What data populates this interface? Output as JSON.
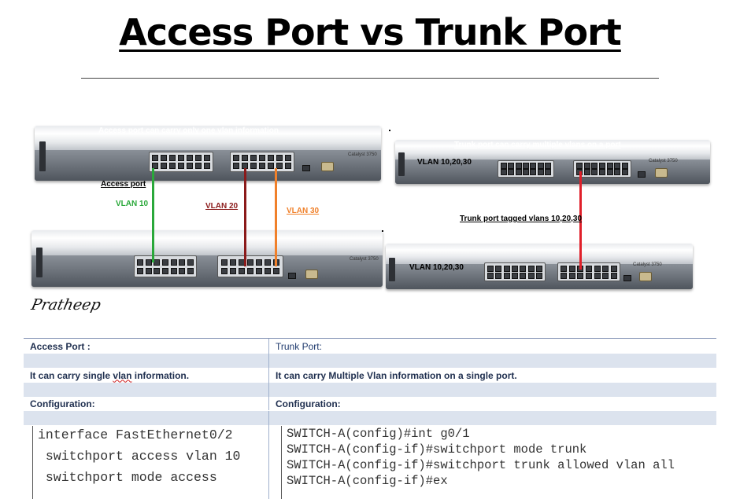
{
  "title": "Access Port vs Trunk Port",
  "diagram": {
    "access_caption": "Access port can carry only one vlan information",
    "access_port_label": "Access port",
    "vlans": [
      {
        "label": "VLAN 10",
        "color": "#2aa83a"
      },
      {
        "label": "VLAN 20",
        "color": "#8b1a1a"
      },
      {
        "label": "VLAN 30",
        "color": "#f0802a"
      }
    ],
    "trunk_caption": "Trunk port can carry multiple vlans on a port",
    "trunk_switch_top_label": "VLAN 10,20,30",
    "trunk_switch_bottom_label": "VLAN 10,20,30",
    "trunk_link_label": "Trunk port tagged vlans 10,20,30",
    "trunk_cable_color": "#e0202a",
    "switch_brand": "Catalyst 3750"
  },
  "signature": "Pratheep",
  "table": {
    "header": {
      "left": "Access Port :",
      "right": "Trunk Port:"
    },
    "description": {
      "left_before": "It can carry single ",
      "left_squiggle": "vlan",
      "left_after": " information.",
      "right": "It can carry Multiple Vlan information on a single port."
    },
    "config_label": {
      "left": "Configuration:",
      "right": "Configuration:"
    },
    "access_config": [
      "interface FastEthernet0/2",
      " switchport access vlan 10",
      " switchport mode access"
    ],
    "trunk_config": [
      "SWITCH-A(config)#int g0/1",
      "SWITCH-A(config-if)#switchport mode trunk",
      "SWITCH-A(config-if)#switchport trunk allowed vlan all",
      "SWITCH-A(config-if)#ex"
    ]
  }
}
